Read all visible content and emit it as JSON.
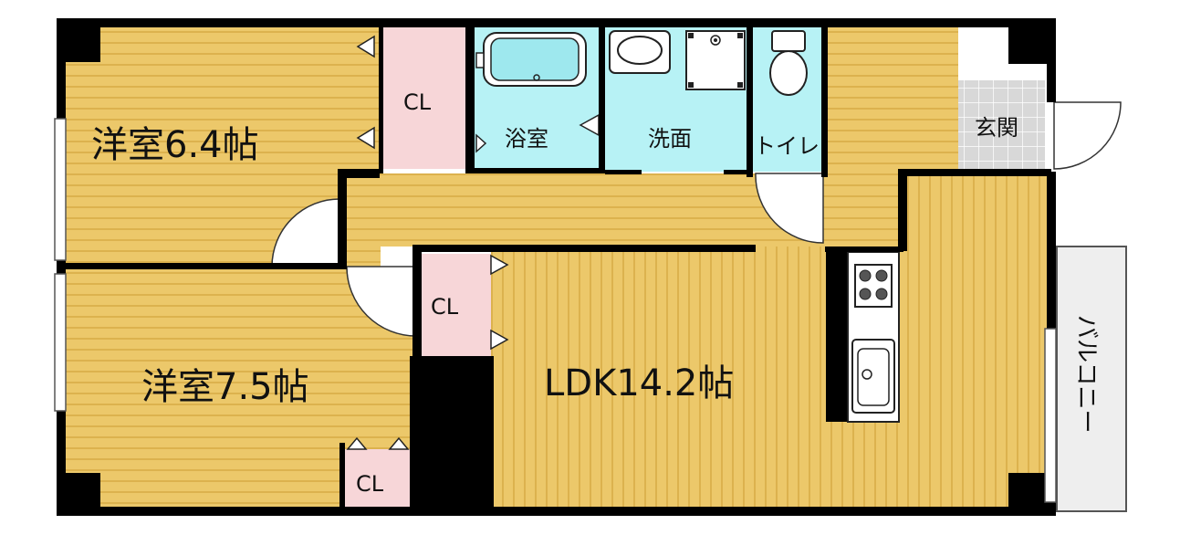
{
  "colors": {
    "wood": "#ecc86a",
    "wood_stripe": "#dcb24e",
    "wall": "#000000",
    "closet": "#f7d6d8",
    "wet_area": "#b7f2f5",
    "entrance_tile": "#d8d8d8",
    "balcony": "#eeeeee"
  },
  "rooms": {
    "western_room_1": "洋室6.4帖",
    "western_room_2": "洋室7.5帖",
    "ldk": "LDK14.2帖",
    "bath": "浴室",
    "washroom": "洗面",
    "toilet": "トイレ",
    "entrance": "玄関",
    "balcony": "バルコニー"
  },
  "closets": {
    "closet_1": "CL",
    "closet_2": "CL",
    "closet_3": "CL"
  }
}
